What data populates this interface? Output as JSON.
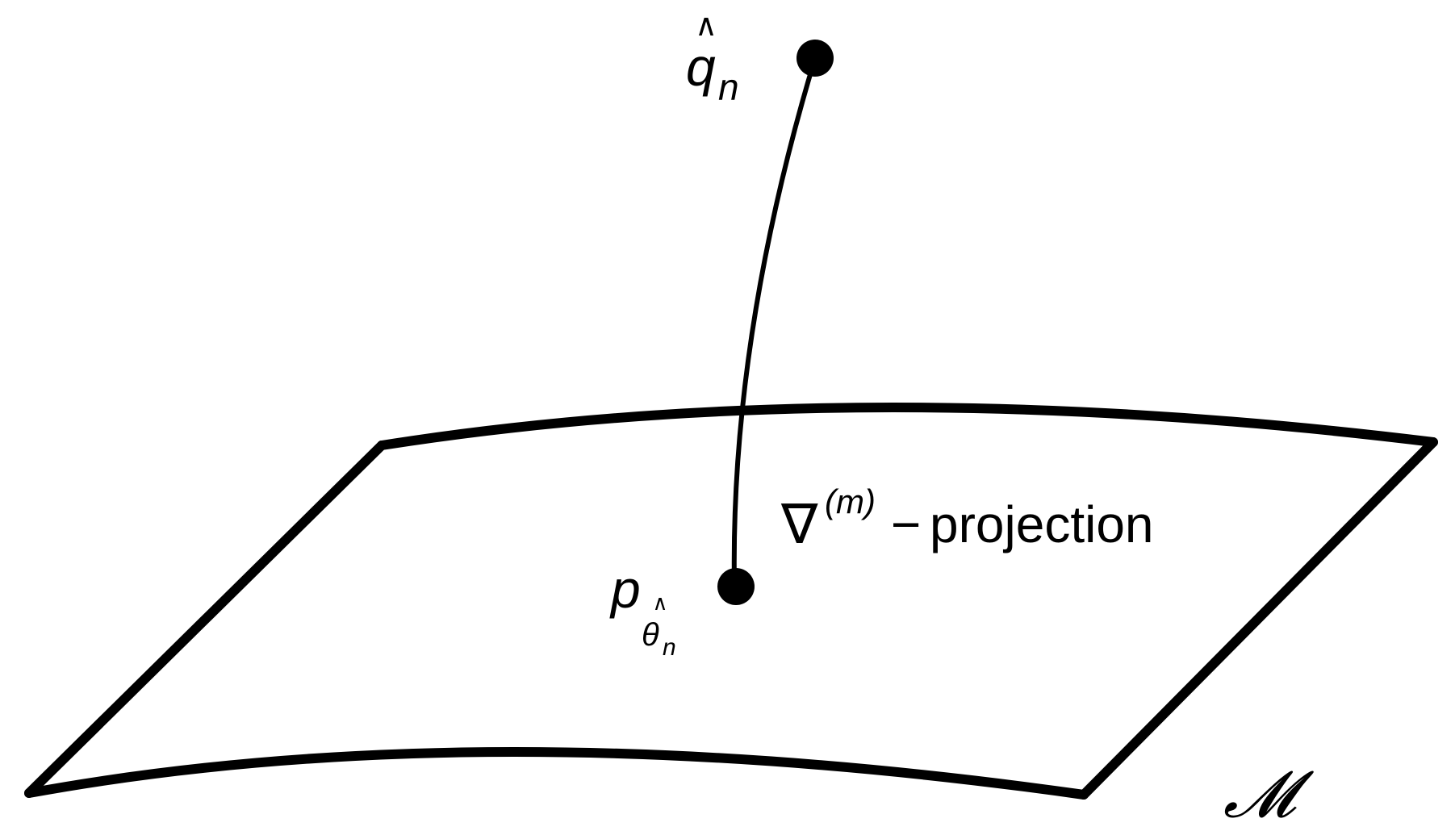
{
  "diagram": {
    "labels": {
      "q_base": "q",
      "q_hat": "∧",
      "q_sub": "n",
      "p_base": "p",
      "p_sub_theta": "θ",
      "p_sub_hat": "∧",
      "p_sub_n": "n",
      "proj_nabla": "∇",
      "proj_sup": "(m)",
      "proj_dash": "−",
      "proj_text": "projection",
      "manifold": "𝓜"
    },
    "colors": {
      "stroke": "#000000",
      "background": "#ffffff"
    }
  }
}
